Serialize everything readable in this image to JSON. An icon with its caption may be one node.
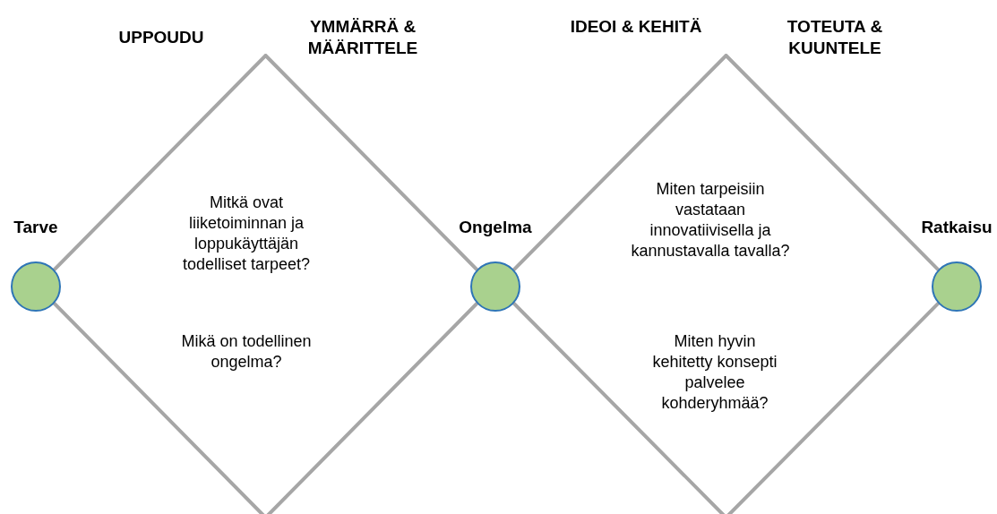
{
  "diagram": {
    "nodes": [
      {
        "text": [
          "Tarve"
        ]
      },
      {
        "text": [
          "Mitkä ovat liiketoiminnan ja loppukäyttäjän todelliset tarpeet?",
          "Mikä on todellinen ongelma?"
        ]
      },
      {
        "text": [
          "Ongelma"
        ]
      },
      {
        "text": [
          "Miten tarpeisiin vastataan innovatiivisella ja kannustavalla tavalla?",
          "Miten hyvin kehitetty konsepti palvelee kohderyhmää?"
        ]
      },
      {
        "text": [
          "Ratkaisu"
        ]
      }
    ],
    "labels": [
      "UPPOUDU",
      "YMMÄRRÄ & MÄÄRITTELE",
      "IDEOI & KEHITÄ",
      "TOTEUTA & KUUNTELE"
    ]
  }
}
